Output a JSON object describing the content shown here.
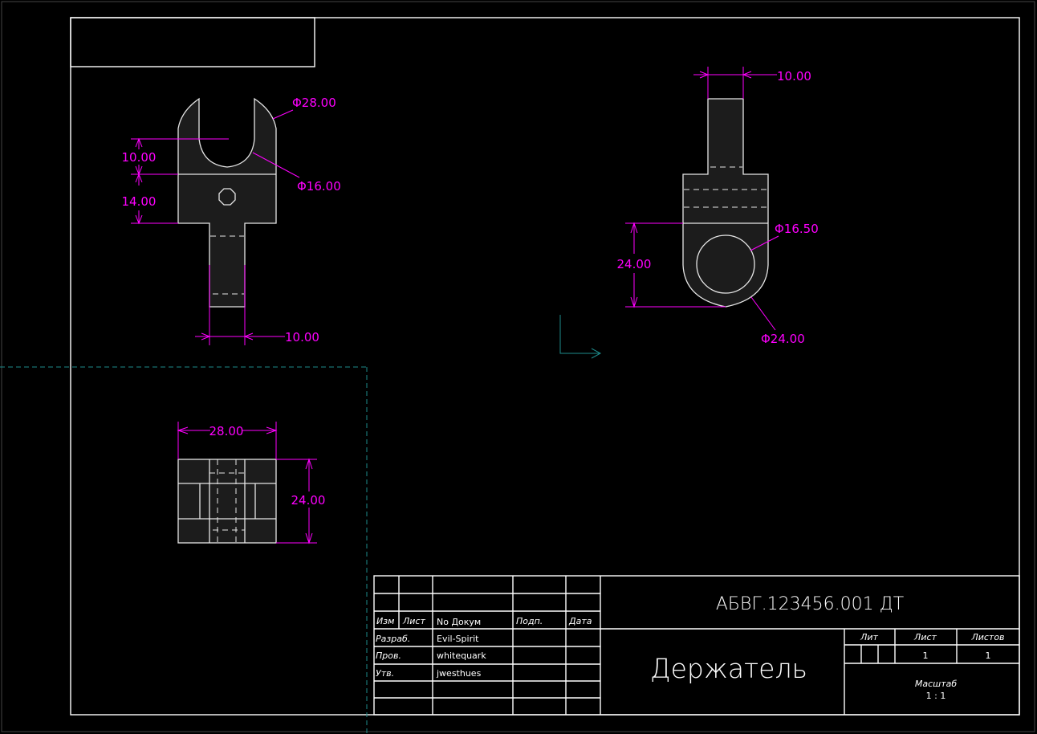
{
  "colors": {
    "background": "#000000",
    "outline": "#e6e6e6",
    "dimension": "#ff00ff",
    "ucs": "#1e8c8c"
  },
  "front_view": {
    "dim_phi_outer": "Φ28.00",
    "dim_phi_slot": "Φ16.00",
    "dim_slot_depth": "10.00",
    "dim_body_height": "14.00",
    "dim_stem_width": "10.00"
  },
  "side_view": {
    "dim_stem_width": "10.00",
    "dim_phi_hole": "Φ16.50",
    "dim_phi_outer": "Φ24.00",
    "dim_height": "24.00"
  },
  "top_view": {
    "dim_width": "28.00",
    "dim_height": "24.00"
  },
  "title_block": {
    "designation": "АБВГ.123456.001 ДТ",
    "part_name": "Держатель",
    "headers": {
      "izm": "Изм",
      "list": "Лист",
      "doc_no": "No Докум",
      "sign": "Подп.",
      "date": "Дата"
    },
    "roles": [
      {
        "role": "Разраб.",
        "name": "Evil-Spirit"
      },
      {
        "role": "Пров.",
        "name": "whitequark"
      },
      {
        "role": "Утв.",
        "name": "jwesthues"
      }
    ],
    "lit_label": "Лит",
    "sheet_label": "Лист",
    "sheets_label": "Листов",
    "sheet": "1",
    "sheets": "1",
    "scale_label": "Масштаб",
    "scale": "1 : 1"
  }
}
